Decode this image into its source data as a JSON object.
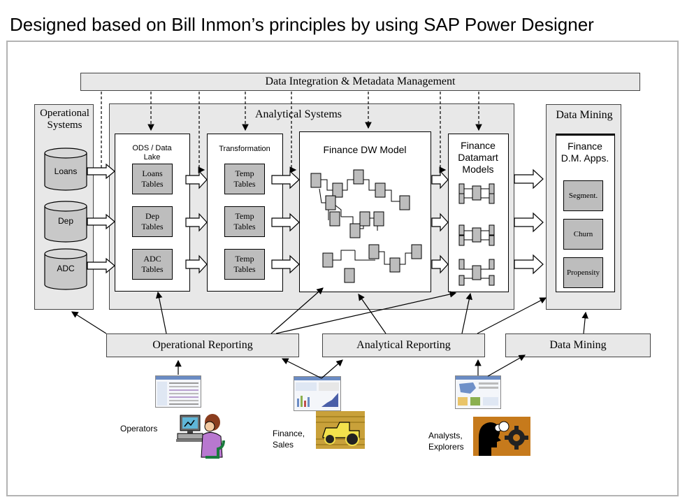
{
  "title": "Designed based on Bill Inmon’s principles by using SAP Power Designer",
  "integration_bar": "Data Integration & Metadata Management",
  "operational_systems": {
    "label": [
      "Operational",
      "Systems"
    ],
    "sources": [
      "Loans",
      "Dep",
      "ADC"
    ]
  },
  "analytical_systems": {
    "label": "Analytical Systems",
    "ods": {
      "label": [
        "ODS / Data",
        "Lake"
      ],
      "tables": [
        [
          "Loans",
          "Tables"
        ],
        [
          "Dep",
          "Tables"
        ],
        [
          "ADC",
          "Tables"
        ]
      ]
    },
    "transformation": {
      "label": "Transformation",
      "tables": [
        [
          "Temp",
          "Tables"
        ],
        [
          "Temp",
          "Tables"
        ],
        [
          "Temp",
          "Tables"
        ]
      ]
    },
    "dw_model": "Finance DW Model",
    "datamart": [
      "Finance",
      "Datamart",
      "Models"
    ]
  },
  "data_mining_panel": {
    "label": "Data Mining",
    "apps_label": [
      "Finance",
      "D.M. Apps."
    ],
    "apps": [
      "Segment.",
      "Churn",
      "Propensity"
    ]
  },
  "reporting": {
    "operational": "Operational Reporting",
    "analytical": "Analytical Reporting",
    "mining": "Data Mining"
  },
  "users": [
    {
      "name": [
        "Operators"
      ],
      "icon": "operator-at-computer-icon"
    },
    {
      "name": [
        "Finance,",
        "Sales"
      ],
      "icon": "tractor-icon"
    },
    {
      "name": [
        "Analysts,",
        "Explorers"
      ],
      "icon": "thinker-gears-icon"
    }
  ],
  "colors": {
    "panel_gray": "#e8e8e8",
    "table_gray": "#bdbdbd",
    "frame_gray": "#b3b3b3"
  }
}
